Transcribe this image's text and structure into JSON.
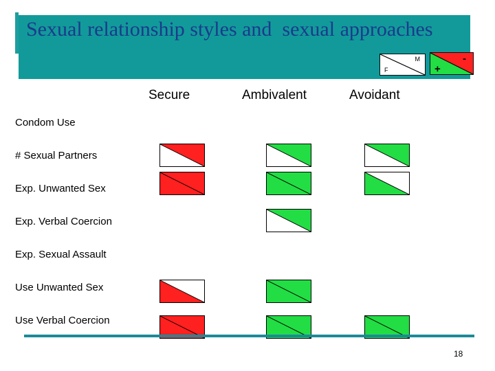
{
  "slide": {
    "title": "Sexual relationship styles and  sexual approaches",
    "page_number": "18",
    "accent_color": "#129a9a",
    "title_color": "#1b3a8c",
    "rule_color": "#1c8a99"
  },
  "legend": {
    "sex_box": {
      "name": "sex-legend",
      "lower_left_label": "F",
      "upper_right_label": "M",
      "lower_left_color": "#ffffff",
      "upper_right_color": "#ffffff"
    },
    "valence_box": {
      "name": "valence-legend",
      "lower_left_label": "+",
      "upper_right_label": "-",
      "lower_left_color": "#22dd44",
      "upper_right_color": "#ff2020"
    }
  },
  "colors": {
    "positive": "#22dd44",
    "negative": "#ff2020",
    "none": "#ffffff"
  },
  "chart_data": {
    "type": "table",
    "title": "Sexual relationship styles and  sexual approaches",
    "columns": [
      "Secure",
      "Ambivalent",
      "Avoidant"
    ],
    "rows": [
      "Condom Use",
      "# Sexual Partners",
      "Exp. Unwanted Sex",
      "Exp. Verbal Coercion",
      "Exp. Sexual Assault",
      "Use Unwanted Sex",
      "Use Verbal Coercion"
    ],
    "legend": {
      "lower_left_triangle": "F (female)",
      "upper_right_triangle": "M (male)",
      "green": "+ (positive association)",
      "red": "- (negative association)",
      "white": "no significant association"
    },
    "cells": [
      [
        null,
        null,
        null
      ],
      [
        {
          "female": "none",
          "male": "negative"
        },
        {
          "female": "none",
          "male": "positive"
        },
        {
          "female": "none",
          "male": "positive"
        }
      ],
      [
        {
          "female": "negative",
          "male": "negative"
        },
        {
          "female": "positive",
          "male": "positive"
        },
        {
          "female": "positive",
          "male": "none"
        }
      ],
      [
        null,
        {
          "female": "none",
          "male": "positive"
        },
        null
      ],
      [
        null,
        null,
        null
      ],
      [
        {
          "female": "negative",
          "male": "none"
        },
        {
          "female": "positive",
          "male": "positive"
        },
        null
      ],
      [
        {
          "female": "negative",
          "male": "negative"
        },
        {
          "female": "positive",
          "male": "positive"
        },
        {
          "female": "positive",
          "male": "positive"
        }
      ]
    ]
  },
  "layout": {
    "row_label_tops": [
      170,
      218,
      266,
      314,
      362,
      410,
      458
    ],
    "cell_tops": [
      null,
      209,
      250,
      304,
      null,
      407,
      459
    ],
    "col_lefts": [
      232,
      387,
      530
    ]
  }
}
